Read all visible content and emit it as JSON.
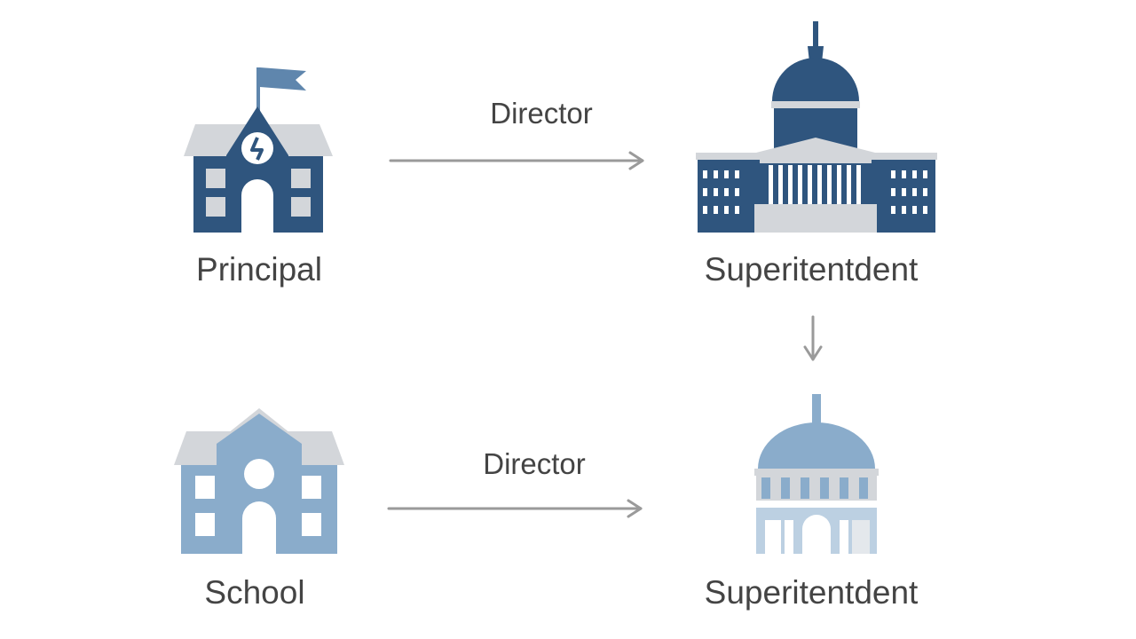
{
  "colors": {
    "dark_blue": "#2f557e",
    "light_blue": "#8aaccb",
    "roof_gray": "#d3d6da",
    "arrow_gray": "#9a9a9a",
    "text": "#444444"
  },
  "nodes": {
    "principal": {
      "label": "Principal",
      "icon": "school-building-with-flag-icon"
    },
    "superintendent_top": {
      "label": "Superitentdent",
      "icon": "capitol-building-icon"
    },
    "school": {
      "label": "School",
      "icon": "school-building-icon"
    },
    "superintendent_bottom": {
      "label": "Superitentdent",
      "icon": "domed-building-icon"
    }
  },
  "edges": {
    "top": {
      "label": "Director",
      "from": "principal",
      "to": "superintendent_top"
    },
    "right": {
      "label": "",
      "from": "superintendent_top",
      "to": "superintendent_bottom"
    },
    "bottom": {
      "label": "Director",
      "from": "school",
      "to": "superintendent_bottom"
    }
  }
}
